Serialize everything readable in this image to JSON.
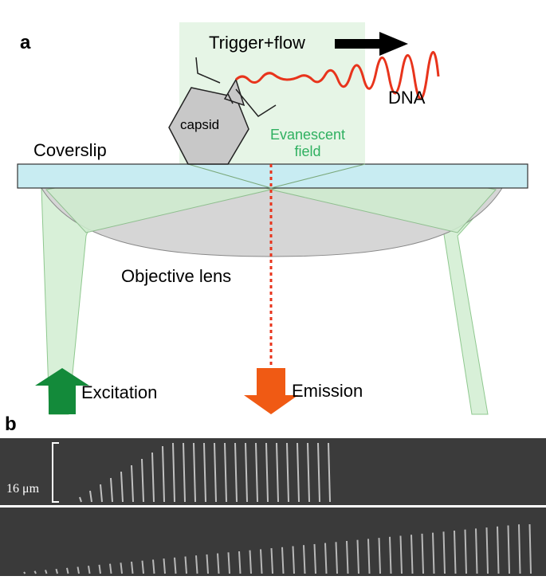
{
  "panel_a": {
    "letter": "a",
    "trigger_flow": "Trigger+flow",
    "dna": "DNA",
    "capsid": "capsid",
    "evanescent_line1": "Evanescent",
    "evanescent_line2": "field",
    "coverslip": "Coverslip",
    "objective_lens": "Objective lens",
    "excitation": "Excitation",
    "emission": "Emission"
  },
  "panel_b": {
    "letter": "b",
    "scale_bar": "16 μm",
    "kymographs": [
      {
        "id": "top",
        "filament_count": 25,
        "growth": "rapid extension then abrupt loss"
      },
      {
        "id": "bottom",
        "filament_count": 48,
        "growth": "slow gradual extension"
      }
    ]
  },
  "colors": {
    "beam_green": "#cfeccf",
    "evanescent_green": "#2fb060",
    "coverslip_blue": "#c8ecf2",
    "dna_red": "#e8341c",
    "excitation_arrow": "#138a3a",
    "emission_arrow": "#f05a14",
    "capsid_gray": "#c8c8c8",
    "lens_gray": "#d4d4d4"
  }
}
